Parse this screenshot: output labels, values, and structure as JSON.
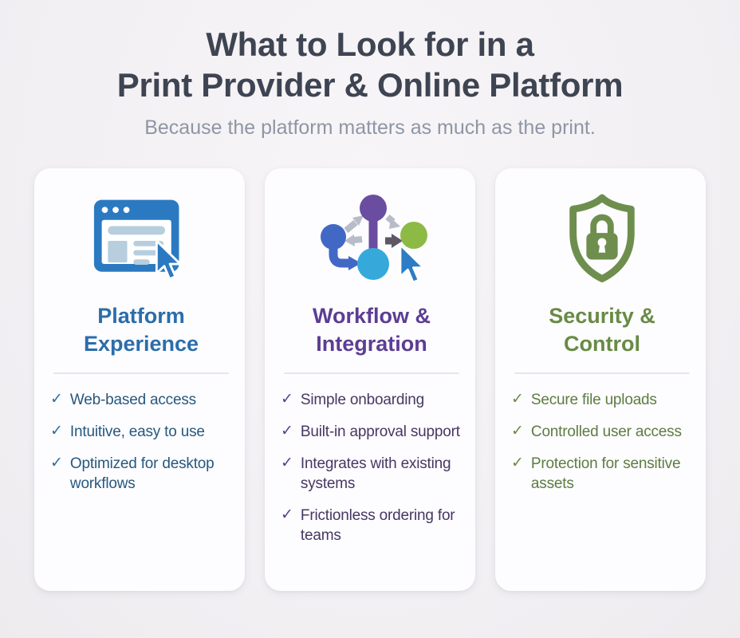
{
  "header": {
    "title_line1": "What to Look for in a",
    "title_line2": "Print Provider & Online Platform",
    "subtitle": "Because the platform matters as much as the print."
  },
  "check_glyph": "✓",
  "cards": [
    {
      "id": "platform-experience",
      "icon": "browser-cursor-icon",
      "title_line1": "Platform",
      "title_line2": "Experience",
      "items": [
        "Web-based access",
        "Intuitive, easy to use",
        "Optimized for desktop workflows"
      ]
    },
    {
      "id": "workflow-integration",
      "icon": "workflow-nodes-cursor-icon",
      "title_line1": "Workflow &",
      "title_line2": "Integration",
      "items": [
        "Simple onboarding",
        "Built-in approval support",
        "Integrates with existing systems",
        "Frictionless ordering for teams"
      ]
    },
    {
      "id": "security-control",
      "icon": "shield-lock-icon",
      "title_line1": "Security &",
      "title_line2": "Control",
      "items": [
        "Secure file uploads",
        "Controlled user access",
        "Protection for sensitive assets"
      ]
    }
  ],
  "colors": {
    "bg": "#f1eff2",
    "card_bg": "#fdfcfe",
    "title": "#3e4452",
    "subtitle": "#8e96a5",
    "divider": "#e7e5ec",
    "blue": "#2b6dab",
    "blue_text": "#27587e",
    "purple": "#5c3d94",
    "purple_text": "#473763",
    "green": "#678b44",
    "green_text": "#5d7c41",
    "browser_blue": "#2b7ac1",
    "browser_light": "#b6cede",
    "node_purple": "#6a4da0",
    "node_blue": "#4268c6",
    "node_cyan": "#36a9da",
    "node_green": "#8cba45",
    "arrow_gray": "#b7bcc8",
    "arrow_dark": "#5f5766",
    "cursor_blue": "#2d7cc4",
    "shield_green": "#6e8e4e"
  }
}
